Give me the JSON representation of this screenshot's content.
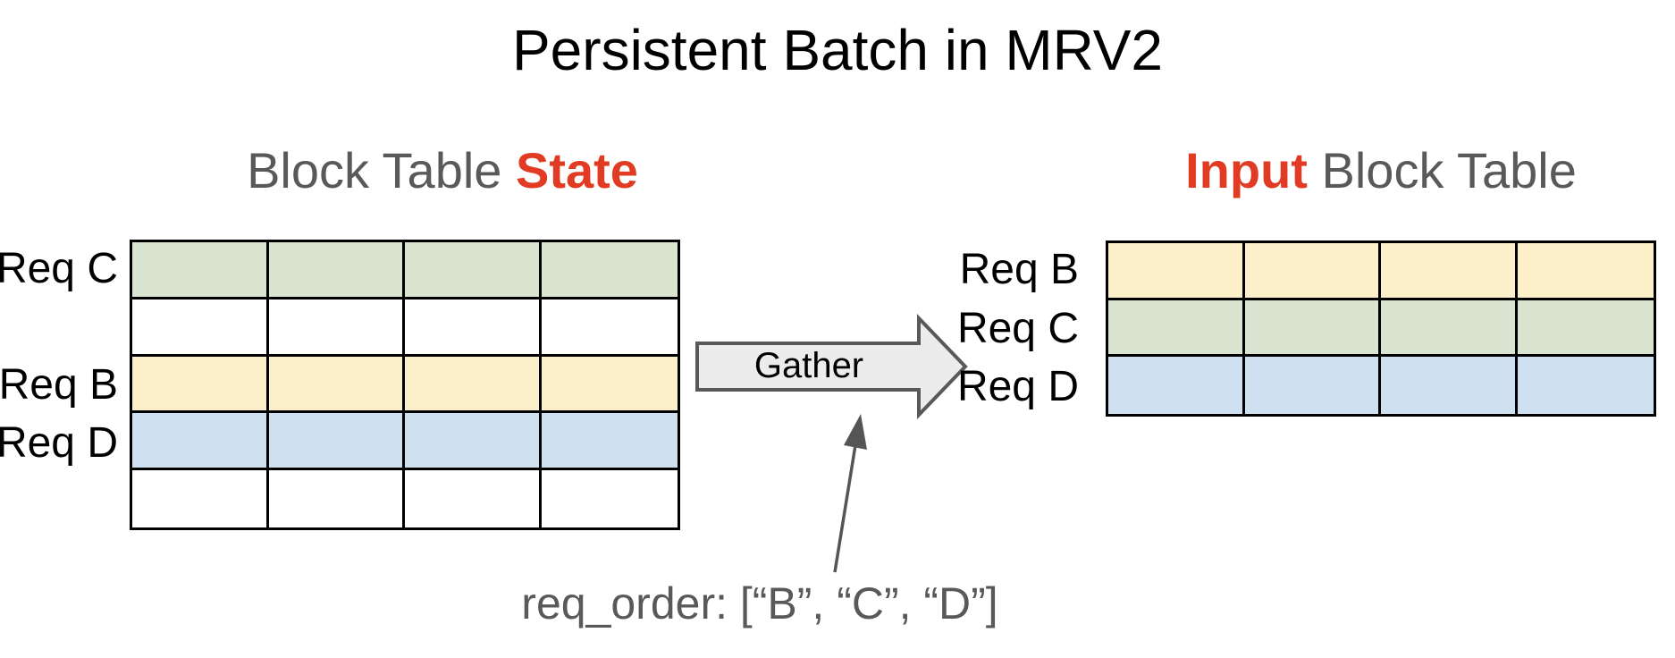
{
  "title": "Persistent Batch in MRV2",
  "colors": {
    "green": "#d9e4d1",
    "yellow": "#fcf0ca",
    "blue": "#cfe0f1",
    "white": "#ffffff",
    "red": "#e23b23",
    "gray_text": "#595959",
    "arrow_fill": "#ececec",
    "arrow_stroke": "#595959",
    "annotation_arrow": "#555555",
    "table_border": "#000000"
  },
  "left_table": {
    "header": {
      "prefix": "Block Table ",
      "highlight": "State"
    },
    "columns": 4,
    "rows": [
      {
        "label": "Req C",
        "color": "green"
      },
      {
        "label": "",
        "color": "white"
      },
      {
        "label": "Req B",
        "color": "yellow"
      },
      {
        "label": "Req D",
        "color": "blue"
      },
      {
        "label": "",
        "color": "white"
      }
    ]
  },
  "right_table": {
    "header": {
      "highlight": "Input",
      "suffix": " Block Table"
    },
    "columns": 4,
    "rows": [
      {
        "label": "Req B",
        "color": "yellow"
      },
      {
        "label": "Req C",
        "color": "green"
      },
      {
        "label": "Req D",
        "color": "blue"
      }
    ]
  },
  "gather": {
    "label": "Gather"
  },
  "annotation": {
    "text": "req_order: [“B”, “C”, “D”]"
  }
}
